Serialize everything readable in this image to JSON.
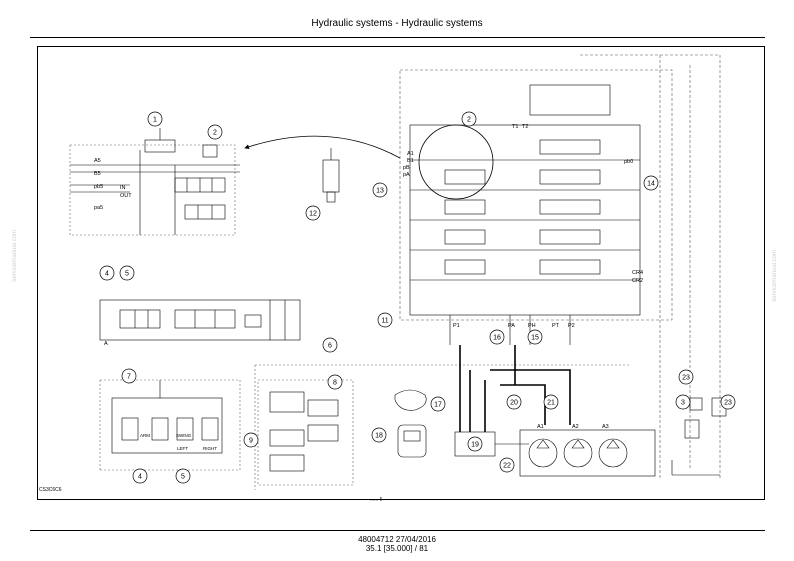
{
  "header": {
    "title": "Hydraulic systems - Hydraulic systems"
  },
  "footer": {
    "doc_ref": "48004712 27/04/2016",
    "page_ref": "35.1 [35.000] / 81"
  },
  "figure_code": "CS3C6C6",
  "page_mark": "...... 5",
  "watermarks": [
    "servicemanual.com",
    "servicemanual.com"
  ],
  "callouts": [
    "1",
    "2",
    "2",
    "3",
    "4",
    "4",
    "5",
    "5",
    "6",
    "7",
    "8",
    "9",
    "11",
    "12",
    "13",
    "14",
    "15",
    "16",
    "17",
    "18",
    "19",
    "20",
    "21",
    "22",
    "23",
    "23"
  ],
  "labels": {
    "a5": "A5",
    "b5": "B5",
    "pb5": "pb5",
    "pa5": "pa5",
    "in": "IN",
    "out": "OUT",
    "a1": "A1",
    "b1": "B1",
    "pb_a": "pB",
    "pa_a": "pA",
    "t1": "T1",
    "t2": "T2",
    "pb0": "pb0",
    "cr4": "CR4",
    "cr2": "CR2",
    "p1": "P1",
    "pa": "PA",
    "ph": "PH",
    "pt": "PT",
    "p2": "P2",
    "pump_a1": "A1",
    "pump_a2": "A2",
    "pump_a3": "A3",
    "left": "LEFT",
    "right": "RIGHT",
    "arm": "ARM",
    "swing": "SWING",
    "a": "A"
  },
  "colors": {
    "line": "#000000",
    "dashed": "#555555",
    "background": "#ffffff"
  }
}
